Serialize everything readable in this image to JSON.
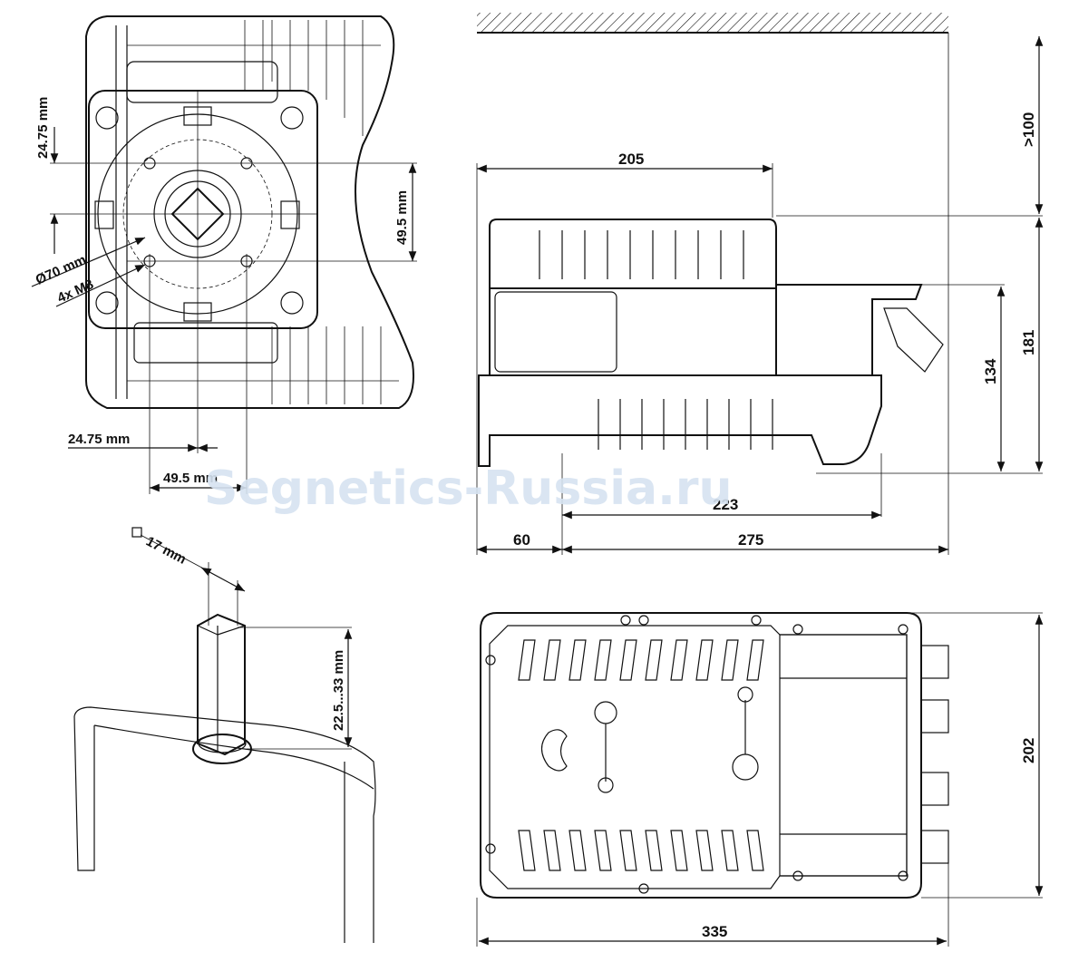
{
  "watermark": "Segnetics-Russia.ru",
  "front_view": {
    "dim_offset_v": "24.75 mm",
    "dim_pitch_v": "49.5 mm",
    "dim_diameter": "Ø70 mm",
    "dim_bolts": "4x M8",
    "dim_offset_h": "24.75 mm",
    "dim_pitch_h": "49.5 mm"
  },
  "side_view": {
    "dim_205": "205",
    "dim_clearance": ">100",
    "dim_181": "181",
    "dim_134": "134",
    "dim_223": "223",
    "dim_60": "60",
    "dim_275": "275"
  },
  "shaft_view": {
    "dim_square": "17 mm",
    "dim_length": "22.5...33 mm"
  },
  "top_view": {
    "dim_202": "202",
    "dim_335": "335"
  }
}
